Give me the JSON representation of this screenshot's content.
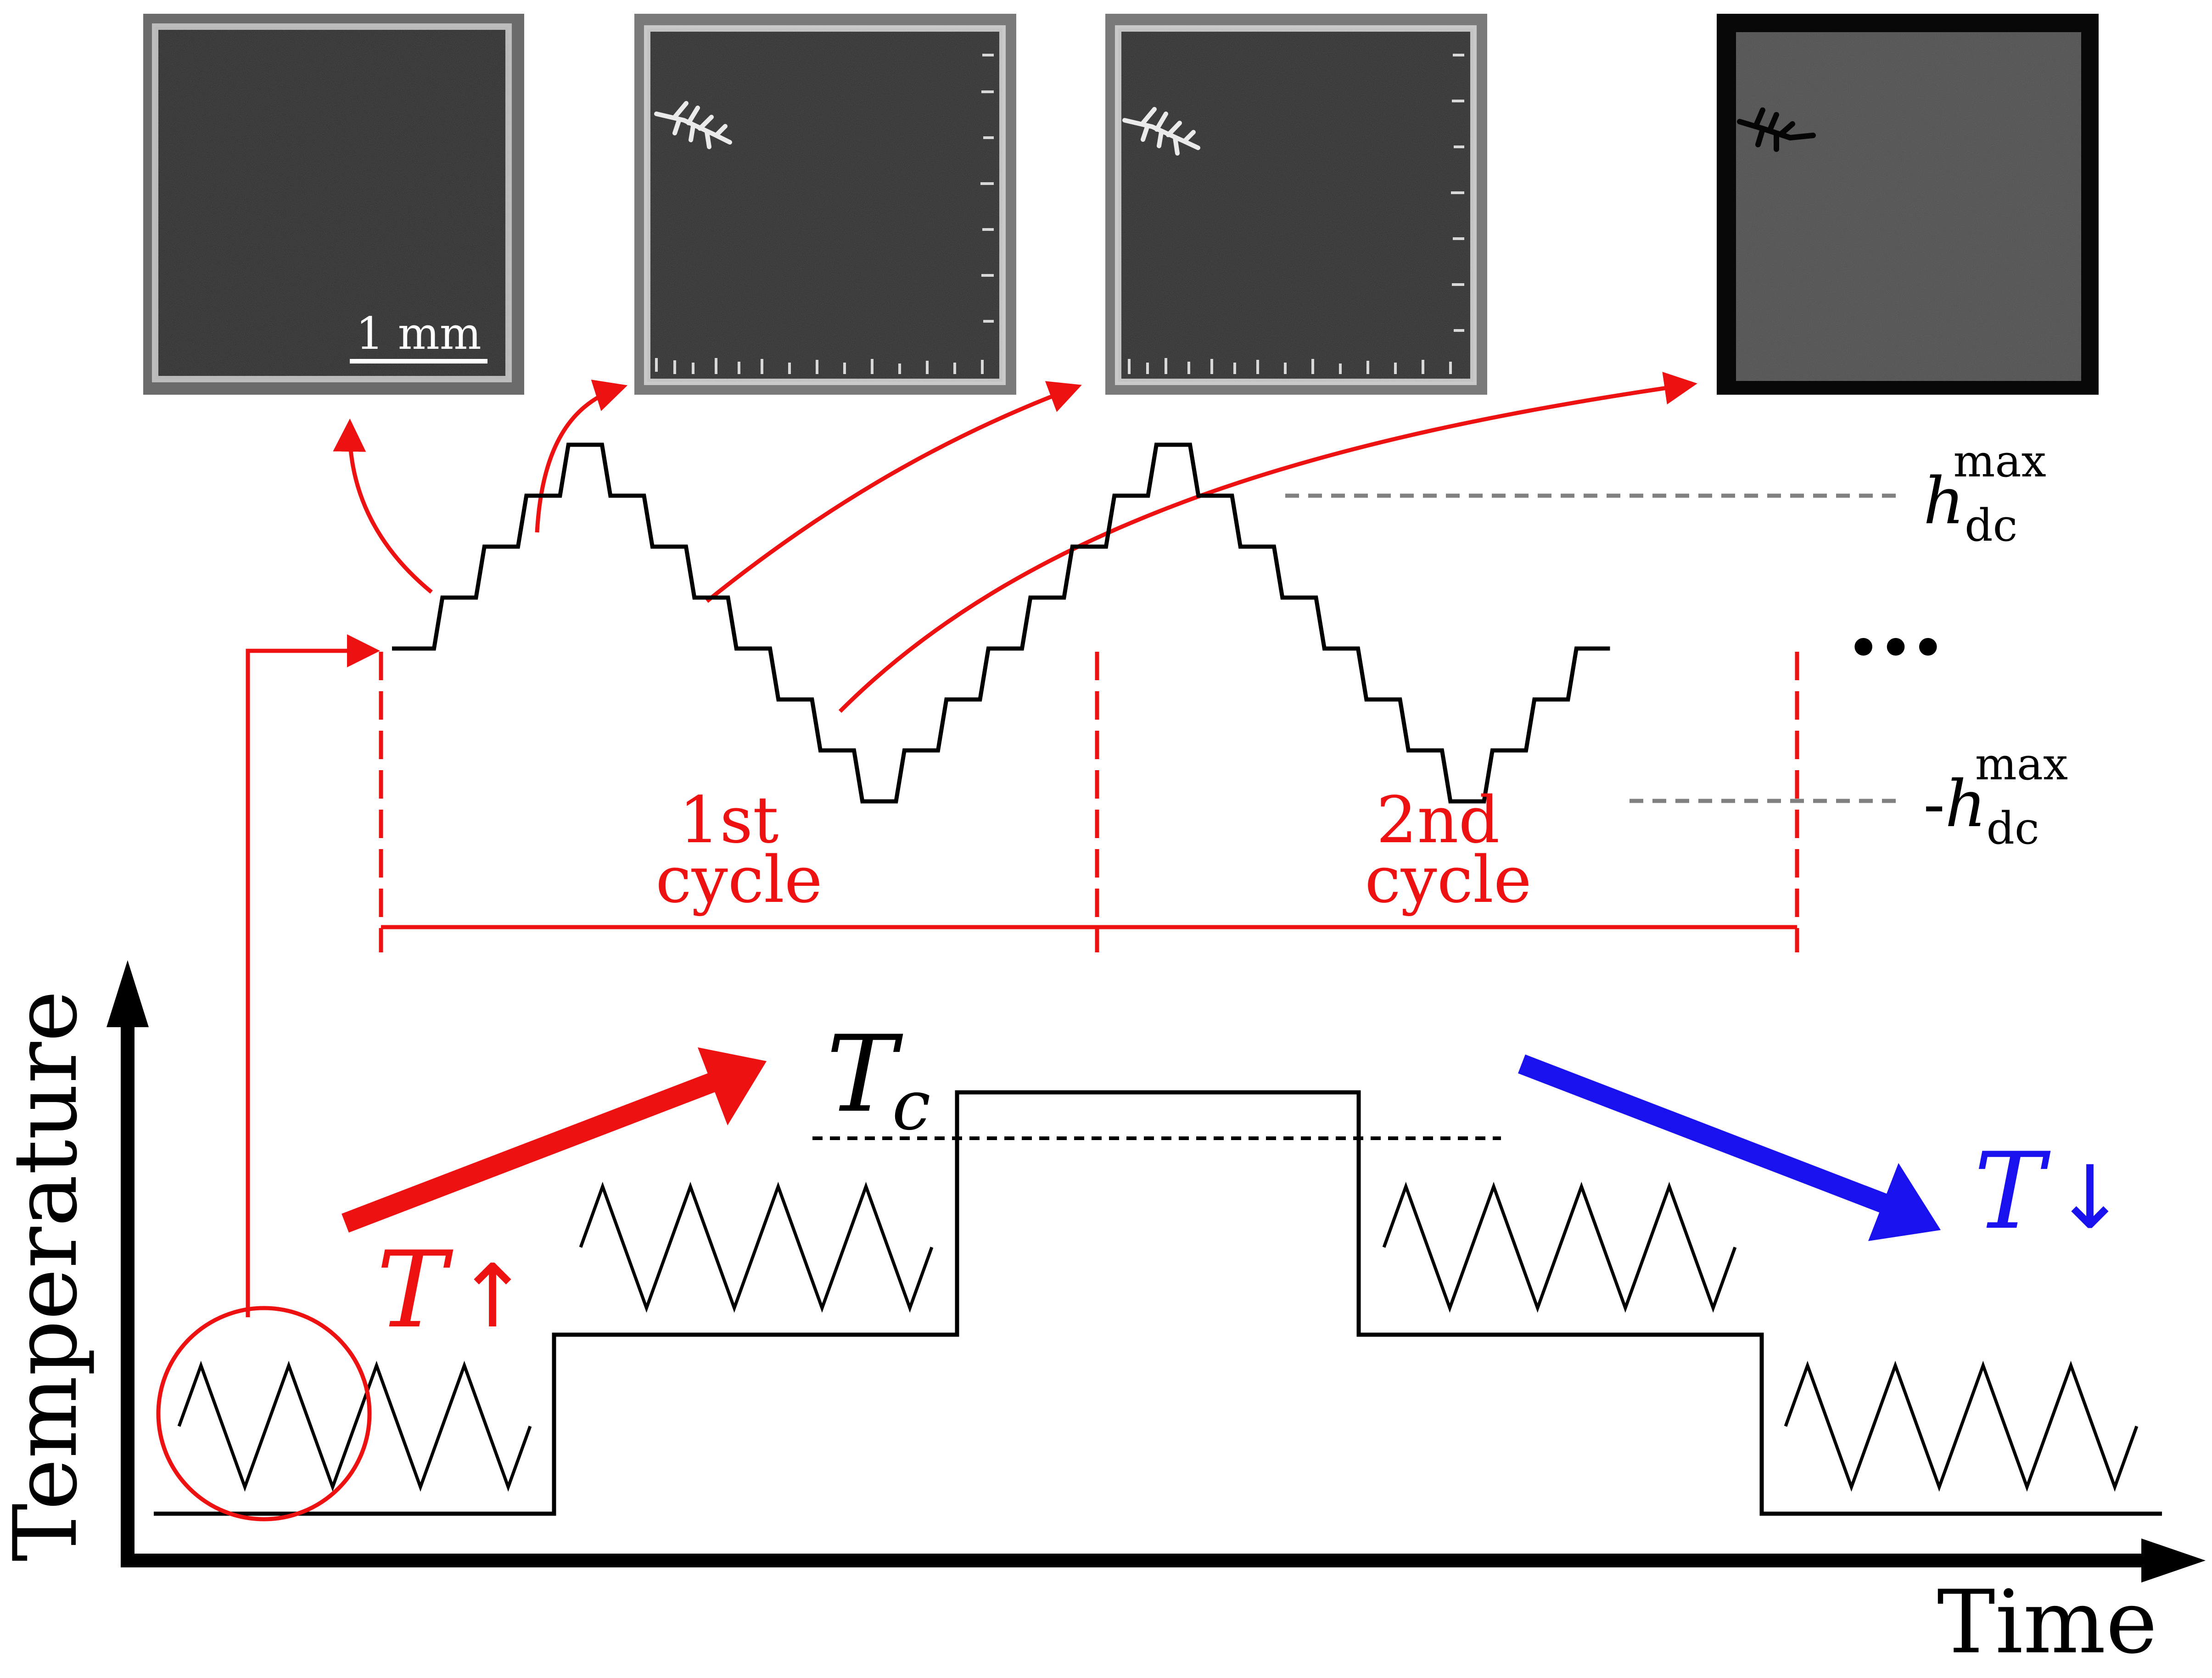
{
  "images": [
    {
      "label": "initial-state"
    },
    {
      "label": "after-first-half-cycle"
    },
    {
      "label": "after-first-cycle"
    },
    {
      "label": "after-t-c-excursion"
    }
  ],
  "scale_bar_label": "1 mm",
  "hmax": {
    "symbol": "h",
    "sub": "dc",
    "sup": "max"
  },
  "neg_hmax": {
    "prefix": "-",
    "symbol": "h",
    "sub": "dc",
    "sup": "max"
  },
  "ellipsis": "•••",
  "cycle1": {
    "line1": "1st",
    "line2": "cycle"
  },
  "cycle2": {
    "line1": "2nd",
    "line2": "cycle"
  },
  "tc": {
    "symbol": "T",
    "sub": "c"
  },
  "t_up": {
    "symbol": "T",
    "arrow": "↑"
  },
  "t_down": {
    "symbol": "T",
    "arrow": "↓"
  },
  "axes": {
    "y_label": "Temperature",
    "x_label": "Time"
  },
  "colors": {
    "red": "#ee1111",
    "blue": "#1a12ee",
    "black": "#000000",
    "gray": "#808080"
  }
}
